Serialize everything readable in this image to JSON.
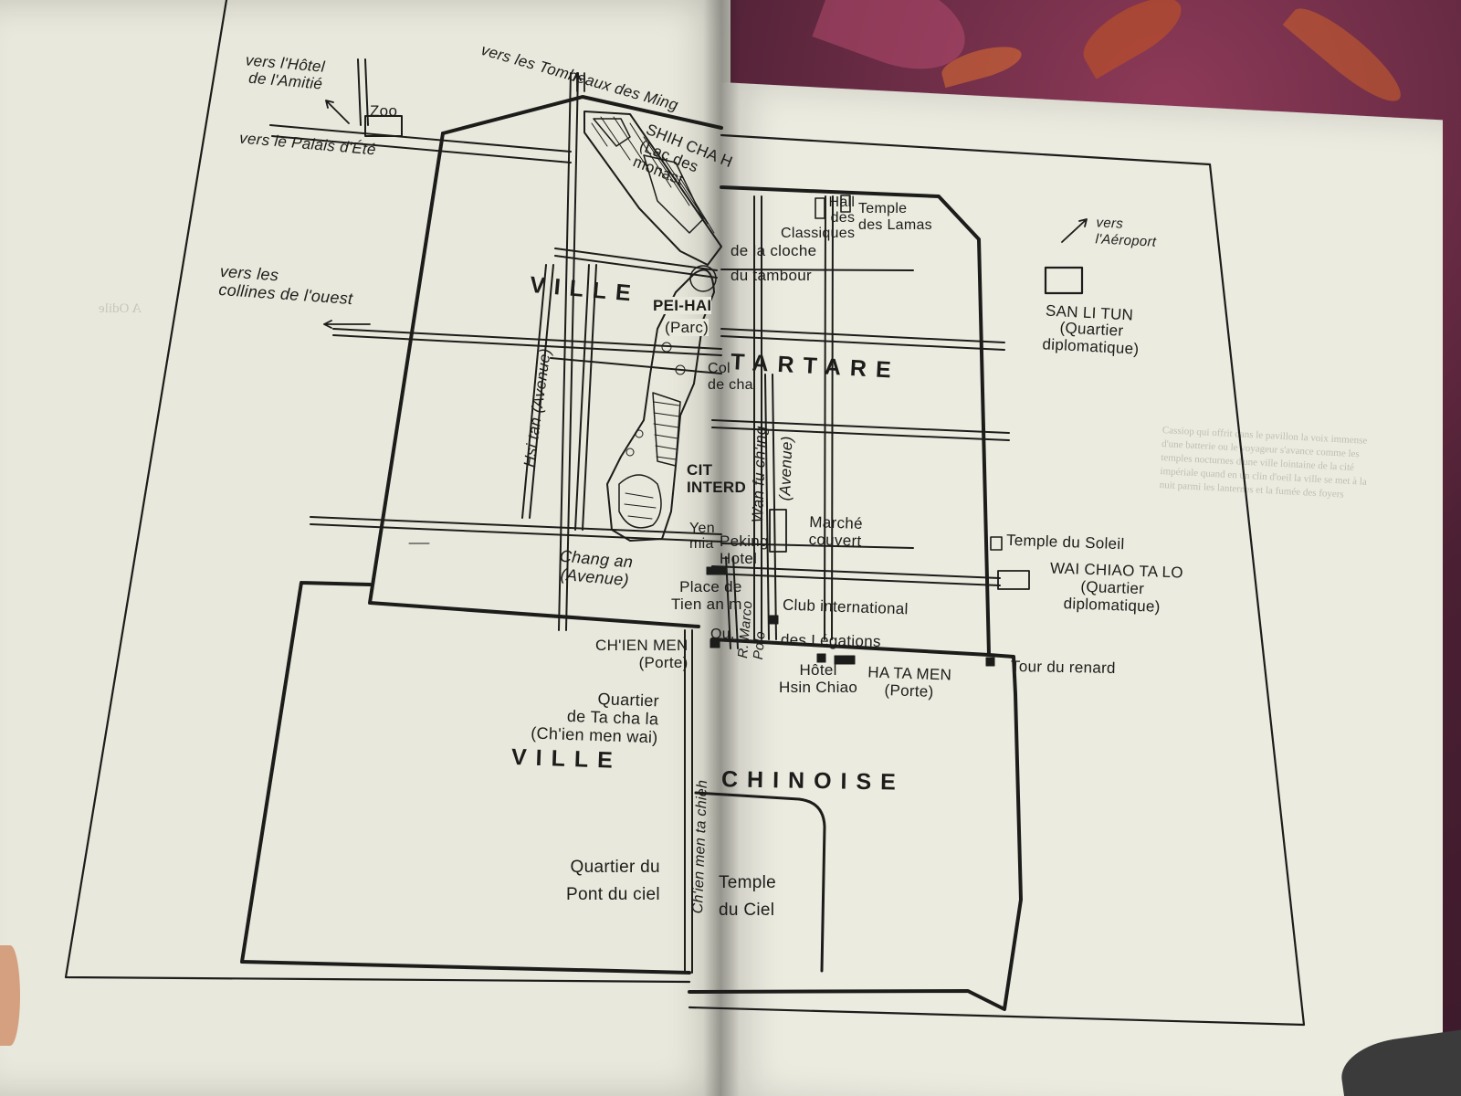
{
  "map": {
    "labels": {
      "vers_hotel": "vers l'Hôtel\n de l'Amitié",
      "zoo": "Zoo",
      "vers_tombeaux": "vers les Tombeaux des Ming",
      "vers_palais": "vers le Palais d'Été",
      "shih_cha": "SHIH CHA H\n(Lac des\nmonast",
      "hall": "Hall\ndes\nClassiques",
      "temple_lamas": "Temple\ndes Lamas",
      "cloche": "de la cloche",
      "tambour": "du tambour",
      "vers_aeroport": "vers\nl'Aéroport",
      "san_li_tun": "SAN LI TUN",
      "san_li_tun_sub": "(Quartier\ndiplomatique)",
      "vers_collines": "vers les\ncollines de l'ouest",
      "ville_left": "VILLE",
      "pei_hai": "PEI-HAI",
      "parc": "(Parc)",
      "col": "Col\nde cha",
      "tartare": "TARTARE",
      "hsi_tan": "Hsi tan (Avenue)",
      "wan_fu": "Wan fu ch'ing",
      "avenue_v": "(Avenue)",
      "cite": "CIT\nINTERD",
      "marche": "Marché\ncouvert",
      "temple_soleil": "Temple du Soleil",
      "wai_chiao": "WAI CHIAO TA LO",
      "wai_chiao_sub": "(Quartier\ndiplomatique)",
      "yen_mia": "Yen\nmia",
      "peking_hotel": "Peking\nHotel",
      "chang_an": "Chang an\n(Avenue)",
      "place": "Place de\nTien an m",
      "marco_polo": "R. Marco\nPolo",
      "qu": "Qu.",
      "club": "Club international",
      "legations": "des Légations",
      "chien_men": "CH'IEN MEN\n(Porte)",
      "hotel_hsin": "Hôtel\nHsin Chiao",
      "ha_ta_men": "HA TA MEN\n(Porte)",
      "tour_renard": "Tour du renard",
      "quartier_ta": "Quartier\nde Ta cha la\n(Ch'ien men wai)",
      "ville_bottom": "VILLE",
      "chinoise": "CHINOISE",
      "chien_men_ta": "Ch'ien men ta chieh",
      "quartier_pont": "Quartier du\nPont du ciel",
      "temple_ciel": "Temple\ndu Ciel"
    }
  },
  "bleed_text": "Cassiop qui offrit dans le pavillon la voix immense d'une\nbatterie ou le voyageur s'avance comme les temples\nnocturnes d'une ville lointaine de la cité impériale\nquand en un clin d'oeil la ville se met à la nuit\nparmi les lanternes et la fumée des foyers",
  "bleed_side": "A Odile",
  "colors": {
    "ink": "#1c1c1a",
    "paper": "#e9e8dc",
    "background": "#4a1f33"
  }
}
